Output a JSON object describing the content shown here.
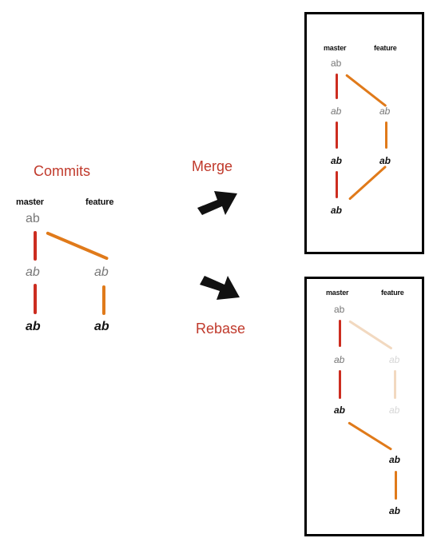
{
  "left": {
    "title": "Commits",
    "master_label": "master",
    "feature_label": "feature",
    "commits": {
      "m1": "ab",
      "m2": "ab",
      "m3": "ab",
      "f1": "ab",
      "f2": "ab"
    }
  },
  "center": {
    "merge_label": "Merge",
    "rebase_label": "Rebase"
  },
  "merge_panel": {
    "master_label": "master",
    "feature_label": "feature",
    "commits": {
      "m1": "ab",
      "m2": "ab",
      "m3": "ab",
      "m4": "ab",
      "f1": "ab",
      "f2": "ab"
    }
  },
  "rebase_panel": {
    "master_label": "master",
    "feature_label": "feature",
    "commits": {
      "m1": "ab",
      "m2": "ab",
      "m3": "ab",
      "f1_faded": "ab",
      "f2_faded": "ab",
      "r1": "ab",
      "r2": "ab"
    }
  },
  "colors": {
    "accent_red": "#c0392b",
    "master_line": "#cc2d20",
    "feature_line": "#e07a1a",
    "faded_line": "#f2d9c0",
    "text_dark": "#111111",
    "text_gray": "#777777"
  }
}
